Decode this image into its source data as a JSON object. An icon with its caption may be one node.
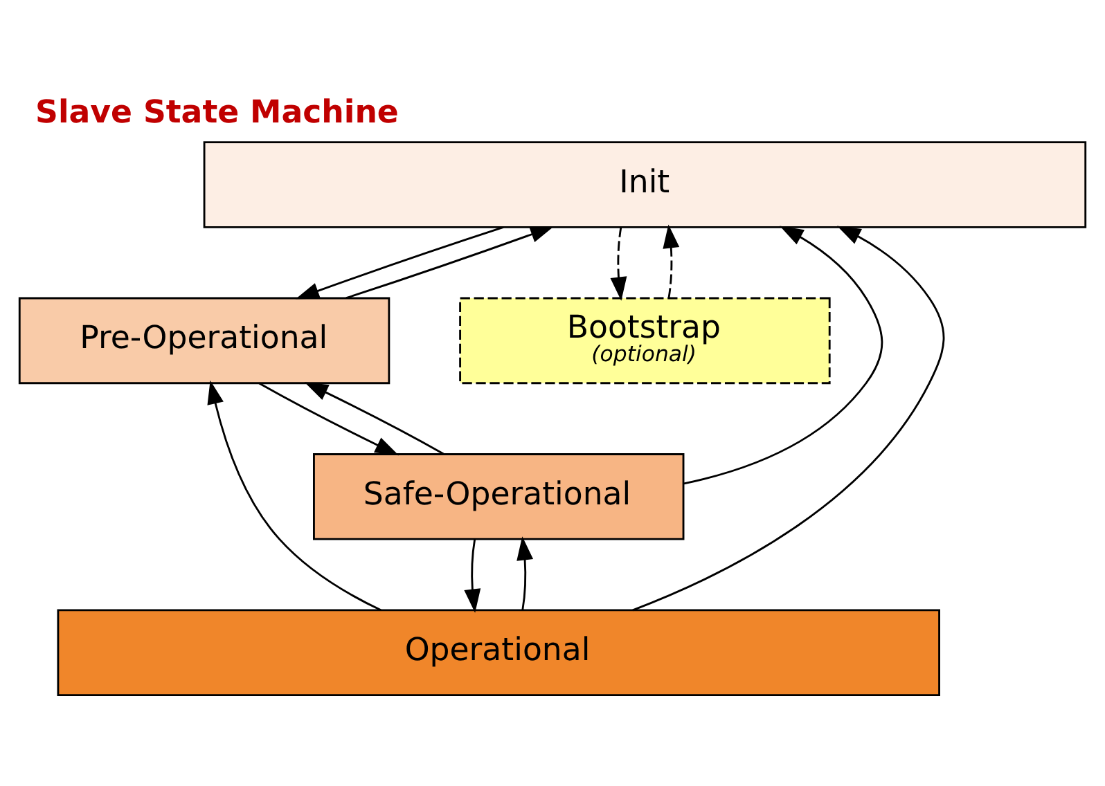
{
  "diagram": {
    "title": "Slave State Machine",
    "nodes": [
      {
        "text": [
          "Init"
        ]
      },
      {
        "text": [
          "Pre-Operational"
        ]
      },
      {
        "text": [
          "Safe-Operational"
        ]
      },
      {
        "text": [
          "Operational"
        ]
      },
      {
        "text": [
          "Bootstrap",
          "(optional)"
        ]
      }
    ],
    "edges": [
      {
        "from": 0,
        "to": 1,
        "arrow": "to"
      },
      {
        "from": 1,
        "to": 0,
        "arrow": "to"
      },
      {
        "from": 1,
        "to": 2,
        "arrow": "to"
      },
      {
        "from": 2,
        "to": 1,
        "arrow": "to"
      },
      {
        "from": 2,
        "to": 0,
        "arrow": "to"
      },
      {
        "from": 3,
        "to": 0,
        "arrow": "to"
      },
      {
        "from": 3,
        "to": 1,
        "arrow": "to"
      },
      {
        "from": 2,
        "to": 3,
        "arrow": "to"
      },
      {
        "from": 3,
        "to": 2,
        "arrow": "to"
      },
      {
        "from": 0,
        "to": 4,
        "arrow": "to",
        "style": "dashed"
      },
      {
        "from": 4,
        "to": 0,
        "arrow": "to",
        "style": "dashed"
      }
    ]
  }
}
